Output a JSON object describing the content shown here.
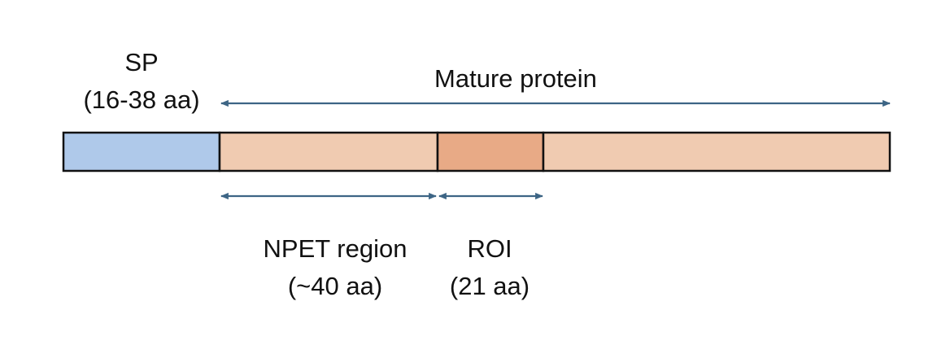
{
  "labels": {
    "sp_name": "SP",
    "sp_length": "(16-38 aa)",
    "mature": "Mature protein",
    "npet_name": "NPET region",
    "npet_length": "(~40 aa)",
    "roi_name": "ROI",
    "roi_length": "(21 aa)"
  },
  "colors": {
    "sp_fill": "#afc9ea",
    "mature_fill": "#f0cbb1",
    "roi_fill": "#e8aa86",
    "outline": "#111111",
    "arrow": "#3d6585",
    "text": "#111111"
  }
}
